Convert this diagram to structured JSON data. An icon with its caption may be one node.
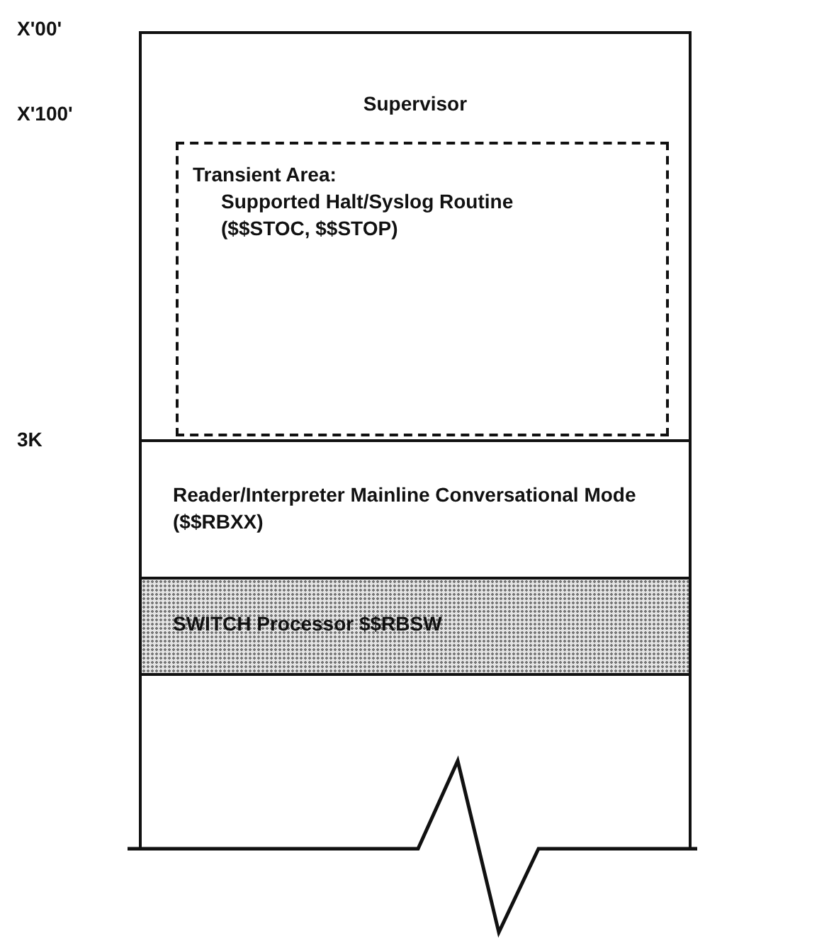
{
  "diagram": {
    "nodes": [
      {
        "text": [
          "Supervisor"
        ]
      },
      {
        "text": [
          "Transient Area:",
          "Supported Halt/Syslog Routine ($$STOC, $$STOP)"
        ],
        "in": 0
      },
      {
        "text": [
          "Reader/Interpreter Mainline Conversational Mode ($$RBXX)"
        ]
      },
      {
        "text": [
          "SWITCH Processor $$RBSW"
        ]
      },
      {
        "text": [],
        "shape": "box"
      }
    ],
    "edges": [],
    "labels": [
      "X'00'",
      "X'100'",
      "3K"
    ]
  }
}
